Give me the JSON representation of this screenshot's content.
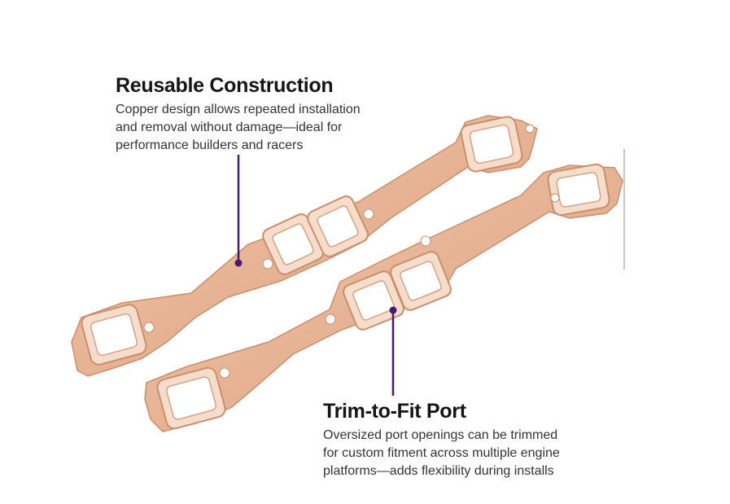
{
  "colors": {
    "copper_fill": "#e9b99a",
    "copper_edge": "#c98f6c",
    "copper_ring": "#f4d4c0",
    "leader_line": "#4b1a6a",
    "heading": "#151515",
    "body_text": "#333333"
  },
  "callouts": [
    {
      "title": "Reusable Construction",
      "lines": [
        "Copper design allows repeated installation",
        "and removal without damage—ideal for",
        "performance builders and racers"
      ]
    },
    {
      "title": "Trim-to-Fit Port",
      "lines": [
        "Oversized port openings can be trimmed",
        "for custom fitment across multiple engine",
        "platforms—adds flexibility during installs"
      ]
    }
  ],
  "image": {
    "subject": "copper-header-gaskets",
    "gasket_count": 2
  }
}
